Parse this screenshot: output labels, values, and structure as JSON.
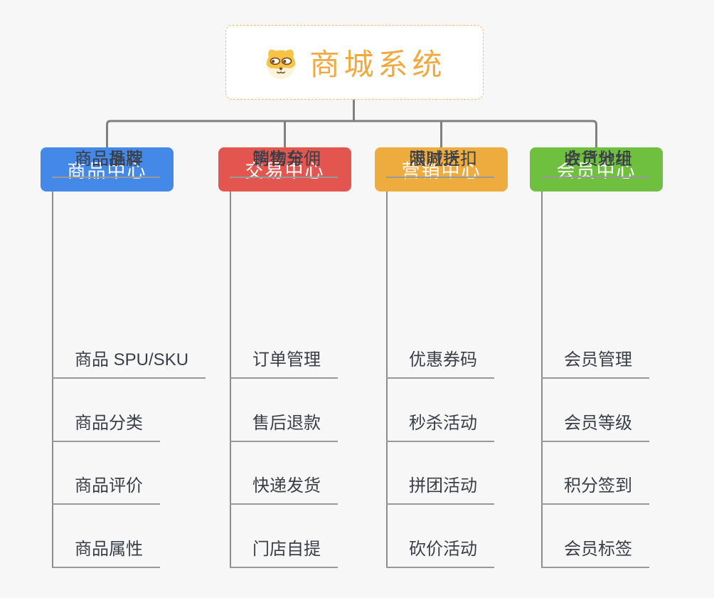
{
  "root": {
    "label": "商城系统",
    "icon": "dog-face",
    "text_color": "#efa93f",
    "border_color": "#f2c063"
  },
  "colors": {
    "background": "#f7f7f7",
    "connector": "#808080",
    "child_text": "#3a3e47",
    "child_underline": "#999999"
  },
  "branches": [
    {
      "label": "商品中心",
      "color": "#4589e8",
      "children": [
        "商品 SPU/SKU",
        "商品分类",
        "商品评价",
        "商品属性",
        "商品推荐",
        "商品品牌"
      ]
    },
    {
      "label": "交易中心",
      "color": "#e3564f",
      "children": [
        "订单管理",
        "售后退款",
        "快递发货",
        "门店自提",
        "购物车",
        "销售分佣"
      ]
    },
    {
      "label": "营销中心",
      "color": "#efac3e",
      "children": [
        "优惠券码",
        "秒杀活动",
        "拼团活动",
        "砍价活动",
        "限时折扣",
        "满减送"
      ]
    },
    {
      "label": "会员中心",
      "color": "#6ec03e",
      "children": [
        "会员管理",
        "会员等级",
        "积分签到",
        "会员标签",
        "会员分组",
        "收货地址"
      ]
    }
  ]
}
